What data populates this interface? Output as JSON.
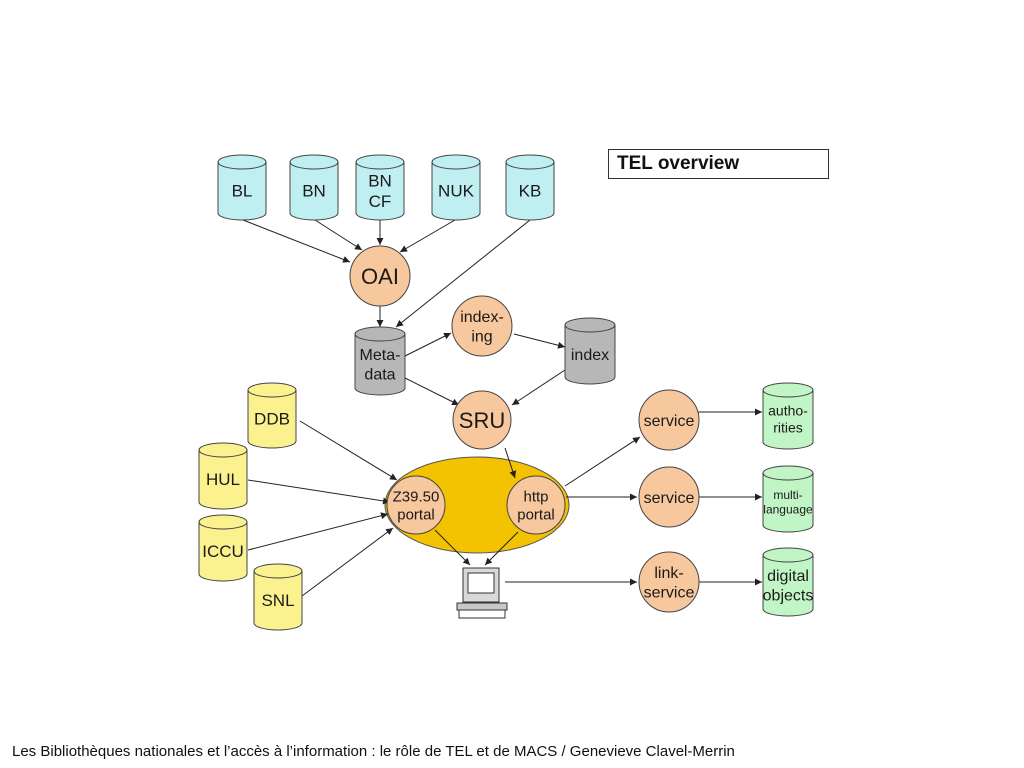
{
  "title": "TEL overview",
  "footer": "Les Bibliothèques nationales et l’accès à l’information : le rôle de TEL et de MACS / Genevieve Clavel-Merrin",
  "colors": {
    "top_db": "#bfeff1",
    "left_db": "#fbf28f",
    "right_db": "#c2f5c6",
    "process": "#f7c79d",
    "metadata": "#b7b7b7",
    "portal": "#f3c200"
  },
  "databases_top": {
    "bl": [
      "BL"
    ],
    "bn": [
      "BN"
    ],
    "bncf": [
      "BN",
      "CF"
    ],
    "nuk": [
      "NUK"
    ],
    "kb": [
      "KB"
    ]
  },
  "databases_left": {
    "ddb": [
      "DDB"
    ],
    "hul": [
      "HUL"
    ],
    "iccu": [
      "ICCU"
    ],
    "snl": [
      "SNL"
    ]
  },
  "databases_mid": {
    "metadata": [
      "Meta-",
      "data"
    ],
    "index": [
      "index"
    ]
  },
  "databases_right": {
    "authorities": [
      "autho-",
      "rities"
    ],
    "multilanguage": [
      "multi-",
      "language"
    ],
    "digital_objects": [
      "digital",
      "objects"
    ]
  },
  "processes": {
    "oai": [
      "OAI"
    ],
    "indexing": [
      "index-",
      "ing"
    ],
    "sru": [
      "SRU"
    ],
    "z3950": [
      "Z39.50",
      "portal"
    ],
    "http": [
      "http",
      "portal"
    ],
    "service1": [
      "service"
    ],
    "service2": [
      "service"
    ],
    "linkservice": [
      "link-",
      "service"
    ]
  },
  "icons": {
    "computer": "computer-terminal-icon"
  }
}
